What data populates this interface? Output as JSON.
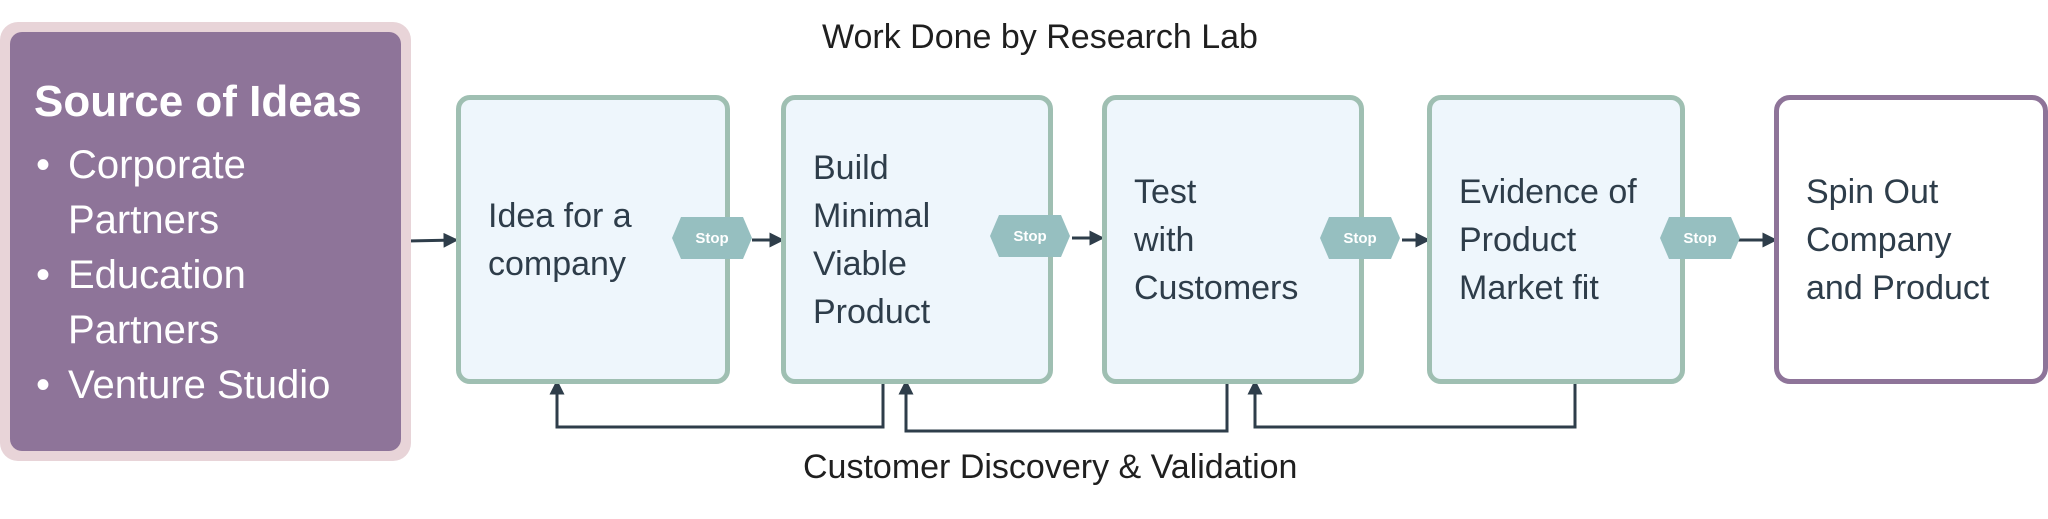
{
  "title": "Work Done by Research Lab",
  "footer": "Customer Discovery & Validation",
  "source": {
    "title": "Source of Ideas",
    "items": [
      "Corporate Partners",
      "Education Partners",
      "Venture Studio"
    ]
  },
  "steps": [
    {
      "lines": [
        "Idea for a",
        "company"
      ]
    },
    {
      "lines": [
        "Build",
        "Minimal",
        "Viable",
        "Product"
      ]
    },
    {
      "lines": [
        "Test",
        "with",
        "Customers"
      ]
    },
    {
      "lines": [
        "Evidence of",
        "Product",
        "Market fit"
      ]
    },
    {
      "lines": [
        "Spin Out",
        "Company",
        "and Product"
      ]
    }
  ],
  "gate_label": "Stop",
  "colors": {
    "source_fill": "#8e7499",
    "source_halo": "#e8d4d8",
    "step_fill": "#eef6fc",
    "step_border": "#9fbfb2",
    "final_border": "#8e7499",
    "gate_fill": "#96bfc0",
    "arrow": "#2e3d4a"
  }
}
